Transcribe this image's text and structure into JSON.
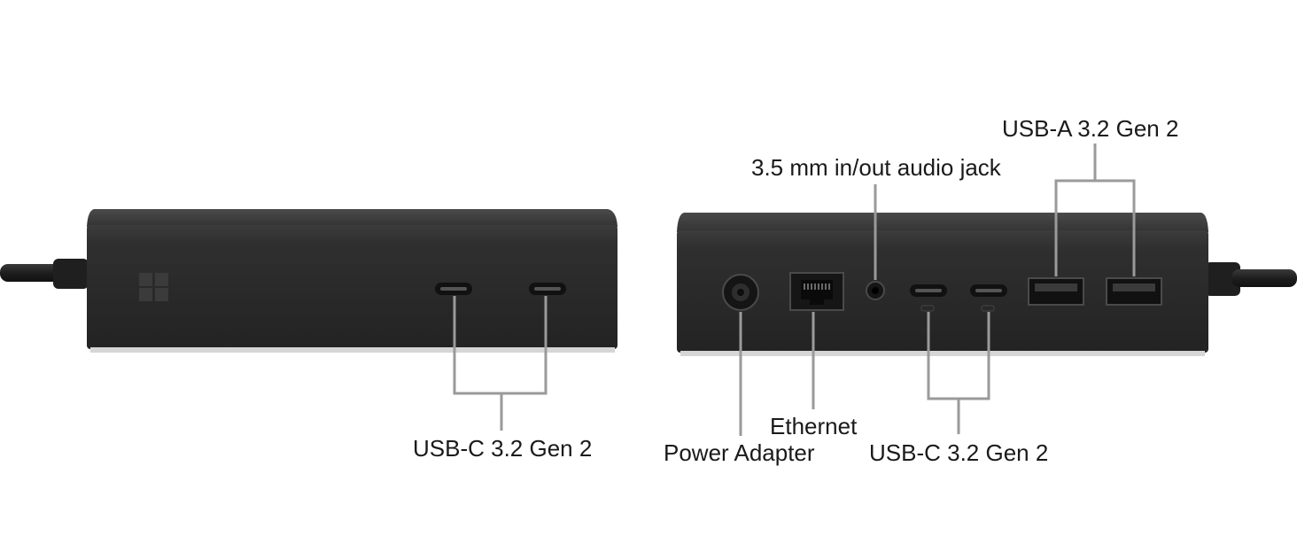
{
  "callouts": {
    "left_usbc": "USB-C 3.2 Gen 2",
    "power": "Power Adapter",
    "ethernet": "Ethernet",
    "right_usbc": "USB-C 3.2 Gen 2",
    "audio": "3.5 mm in/out audio jack",
    "usba": "USB-A 3.2 Gen 2"
  },
  "colors": {
    "dock_body": "#2b2b2b",
    "dock_top": "#3a3a3a",
    "callout_line": "#9a9a9a",
    "text": "#1a1a1a"
  },
  "icons": [
    "windows-logo-icon",
    "usb-c-port-icon",
    "usb-a-port-icon",
    "ethernet-port-icon",
    "audio-jack-icon",
    "power-port-icon"
  ]
}
